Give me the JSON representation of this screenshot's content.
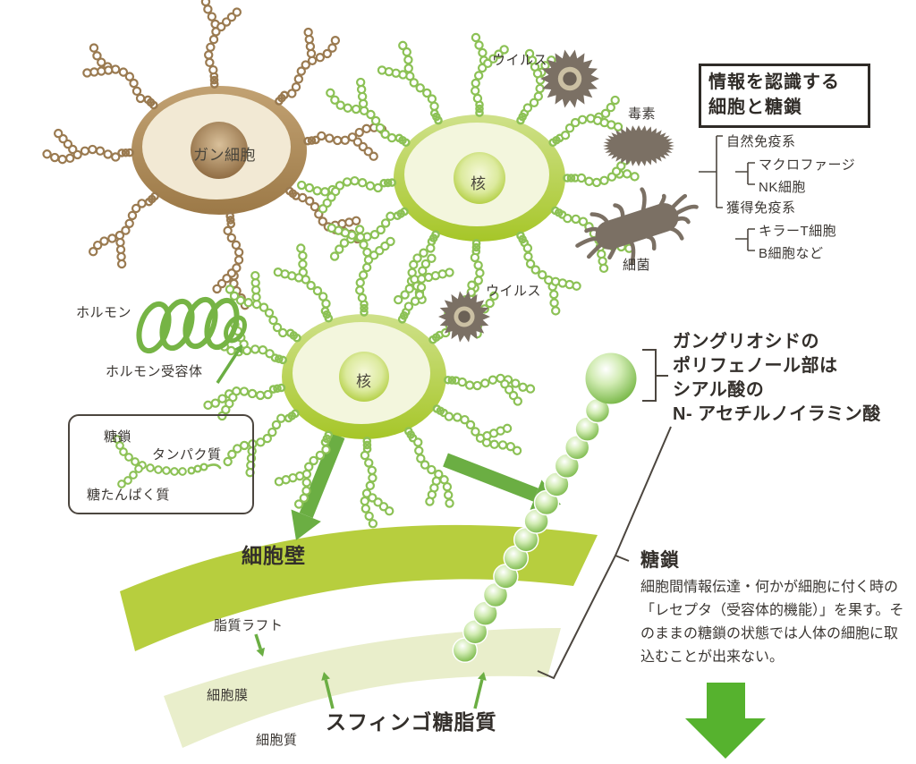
{
  "title_box": {
    "line1": "情報を認識する",
    "line2": "細胞と糖鎖"
  },
  "immune_tree": {
    "innate": {
      "label": "自然免疫系",
      "children": [
        "マクロファージ",
        "NK細胞"
      ]
    },
    "acquired": {
      "label": "獲得免疫系",
      "children": [
        "キラーT細胞",
        "B細胞など"
      ]
    }
  },
  "labels": {
    "cancer_cell": "ガン細胞",
    "nucleus_top": "核",
    "nucleus_mid": "核",
    "virus_top": "ウイルス",
    "virus_mid": "ウイルス",
    "toxin": "毒素",
    "bacteria": "細菌",
    "hormone": "ホルモン",
    "hormone_receptor": "ホルモン受容体",
    "legend_glycochain": "糖鎖",
    "legend_protein": "タンパク質",
    "legend_glycoprotein": "糖たんぱく質",
    "cell_wall": "細胞壁",
    "lipid_raft": "脂質ラフト",
    "cell_membrane": "細胞膜",
    "cytoplasm": "細胞質",
    "sphingoglycolipid": "スフィンゴ糖脂質",
    "glycochain_heading": "糖鎖"
  },
  "ganglioside_lines": [
    "ガングリオシドの",
    "ポリフェノール部は",
    "シアル酸の",
    "N- アセチルノイラミン酸"
  ],
  "glycochain_description": "細胞間情報伝達・何かが細胞に付く時の「レセプタ（受容体的機能）」を果す。そのままの糖鎖の状態では人体の細胞に取込むことが出来ない。",
  "colors": {
    "glycochain_green": "#8cc155",
    "glycochain_brown": "#9a7a50",
    "pathogen": "#7b7064",
    "pathogen_ring": "#cbc0a3",
    "pathogen_core": "#6b6156",
    "wall_band": "#b7ce3e",
    "membrane_band": "#e9eecb",
    "arrow_green": "#6bae43",
    "down_arrow_green": "#56b22e",
    "hormone_green": "#76b445",
    "line_dark": "#4c463f",
    "cell_inner_green": "#f3f6dd",
    "cell_inner_brown": "#f2e9d4"
  }
}
